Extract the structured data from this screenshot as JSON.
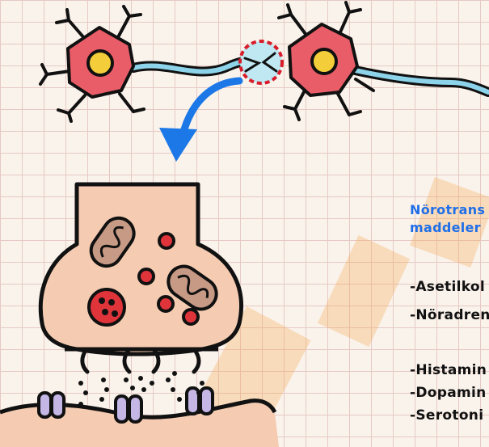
{
  "title": {
    "line1": "Nörotrans",
    "line2": "maddeler"
  },
  "neurotransmitters": [
    "-Asetilkol",
    "-Nöradren",
    "-Histamin",
    "-Dopamin",
    "-Serotoni"
  ],
  "colors": {
    "background": "#faf3ec",
    "grid": "#e6c9c4",
    "neuron_body": "#e95d68",
    "nucleus": "#f4cd3a",
    "axon": "#8dd3ea",
    "synapse_highlight": "#bfe8f2",
    "highlight_ring": "#d81c2a",
    "arrow": "#1c78e6",
    "terminal": "#f5ccb2",
    "mitochondria": "#c79a85",
    "vesicle": "#e0343b",
    "receptor": "#c4b7e6",
    "watermark": "#f5a34a",
    "title_text": "#1f6fe8"
  },
  "icons": [
    "neuron-icon",
    "synapse-highlight-icon",
    "curved-arrow-icon",
    "synaptic-terminal-icon",
    "mitochondria-icon",
    "vesicle-icon",
    "receptor-icon"
  ]
}
